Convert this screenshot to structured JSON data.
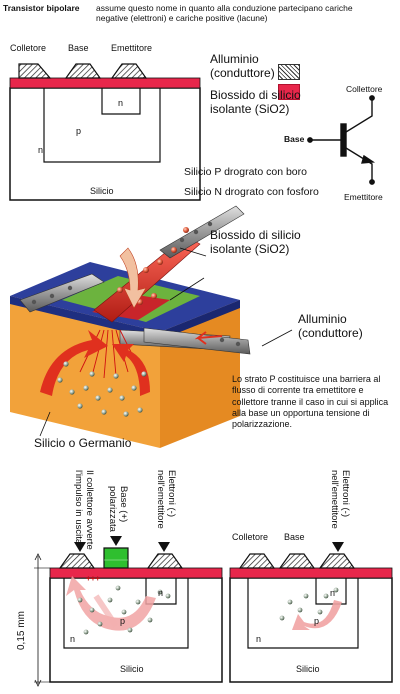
{
  "header": {
    "title": "Transistor bipolare",
    "subtitle": "assume questo nome in quanto alla conduzione partecipano cariche negative (elettroni) e cariche positive (lacune)"
  },
  "top_diagram": {
    "collettore": "Colletore",
    "base": "Base",
    "emettitore": "Emettitore",
    "n_small": "n",
    "p": "p",
    "n_left": "n",
    "silicio": "Silicio"
  },
  "legend": {
    "alluminio": "Alluminio",
    "alluminio_sub": "(conduttore)",
    "biossido": "Biossido di silicio",
    "biossido_sub": "isolante (SiO2)",
    "p_doped": "Silicio P drograto con boro",
    "n_doped": "Silicio N drograto con fosforo"
  },
  "symbol": {
    "collettore": "Collettore",
    "base": "Base",
    "emettitore": "Emettitore"
  },
  "illustration": {
    "biossido": "Biossido di silicio",
    "biossido_sub": "isolante (SiO2)",
    "alluminio": "Alluminio",
    "alluminio_sub": "(conduttore)",
    "silicio_germanio": "Silicio o Germanio",
    "description": "Lo strato P costituisce una barriera al flusso di corrente tra emettitore e collettore tranne il caso in cui si applica alla base un opportuna tensione di polarizzazione."
  },
  "bottom": {
    "v_collettore": "Il collettore avverte",
    "v_collettore2": "l'impulso in uscita",
    "v_base": "Base (+)",
    "v_base2": "polarizzata",
    "v_elettroni": "Elettroni (-)",
    "v_elettroni2": "nell'emettitore",
    "v_elettroni_r": "Elettroni (-)",
    "v_elettroni_r2": "nell'emettitore",
    "scale": "0,15 mm",
    "plus": "+++",
    "n_small": "n",
    "p": "p",
    "n_left": "n",
    "silicio": "Silicio",
    "r_collettore": "Colletore",
    "r_base": "Base",
    "r_n_small": "n",
    "r_p": "p",
    "r_n_left": "n",
    "r_silicio": "Silicio"
  },
  "colors": {
    "oxide_red": "#e8274b",
    "base_green": "#2fbf2f",
    "illus_blue": "#2d3f9c",
    "illus_orange": "#f2a23a",
    "illus_green": "#6cb33e"
  }
}
